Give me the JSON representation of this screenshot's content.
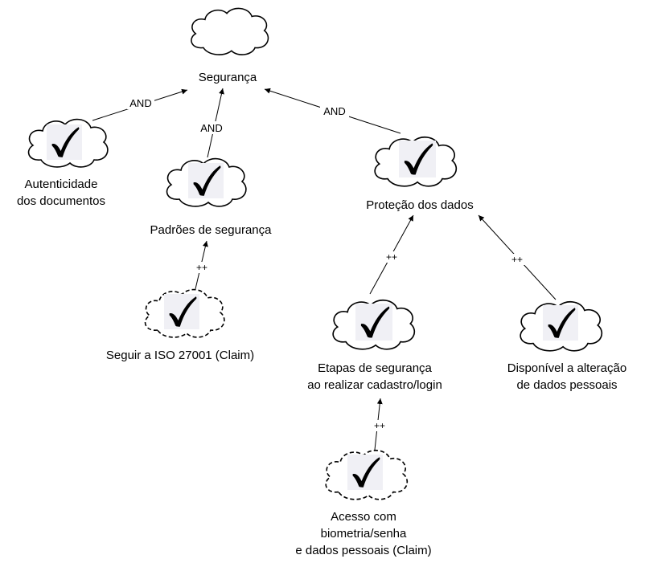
{
  "root": {
    "label": "Segurança"
  },
  "nodes": {
    "autenticidade": {
      "label_line1": "Autenticidade",
      "label_line2": "dos documentos",
      "status": "satisfied"
    },
    "padroes": {
      "label": "Padrões de segurança",
      "status": "satisfied"
    },
    "protecao": {
      "label": "Proteção dos dados",
      "status": "satisfied"
    },
    "iso": {
      "label": "Seguir a ISO 27001 (Claim)",
      "status": "satisfied",
      "kind": "claim"
    },
    "etapas": {
      "label_line1": "Etapas de segurança",
      "label_line2": "ao realizar cadastro/login",
      "status": "satisfied"
    },
    "alteracao": {
      "label_line1": "Disponível a alteração",
      "label_line2": "de dados pessoais",
      "status": "satisfied"
    },
    "acesso": {
      "label_line1": "Acesso com",
      "label_line2": "biometria/senha",
      "label_line3": "e dados pessoais (Claim)",
      "status": "satisfied",
      "kind": "claim"
    }
  },
  "edges": {
    "autenticidade_root": "AND",
    "padroes_root": "AND",
    "protecao_root": "AND",
    "iso_padroes": "++",
    "etapas_protecao": "++",
    "alteracao_protecao": "++",
    "acesso_etapas": "++"
  },
  "icons": {
    "satisfied": "checkmark-icon",
    "softgoal": "cloud-icon"
  }
}
